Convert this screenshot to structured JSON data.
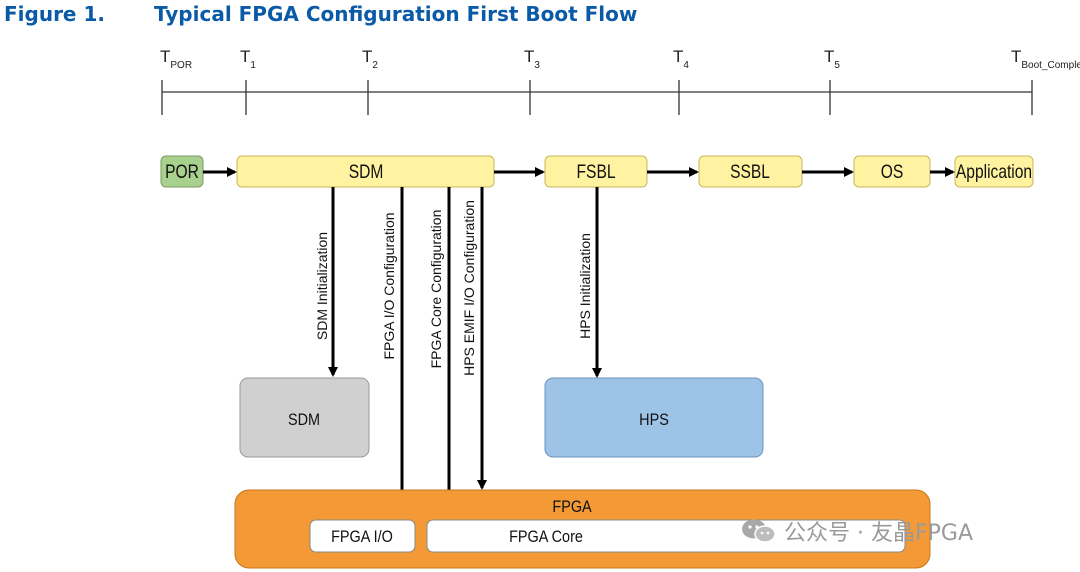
{
  "figure": {
    "number": "Figure 1.",
    "title": "Typical FPGA Configuration First Boot Flow"
  },
  "timeline": {
    "ticks": [
      {
        "main": "T",
        "sub": "POR"
      },
      {
        "main": "T",
        "sub": "1"
      },
      {
        "main": "T",
        "sub": "2"
      },
      {
        "main": "T",
        "sub": "3"
      },
      {
        "main": "T",
        "sub": "4"
      },
      {
        "main": "T",
        "sub": "5"
      },
      {
        "main": "T",
        "sub": "Boot_Complete"
      }
    ]
  },
  "stages": [
    {
      "label": "POR",
      "color": "#a9d18e"
    },
    {
      "label": "SDM",
      "color": "#fff2a0"
    },
    {
      "label": "FSBL",
      "color": "#fff2a0"
    },
    {
      "label": "SSBL",
      "color": "#fff2a0"
    },
    {
      "label": "OS",
      "color": "#fff2a0"
    },
    {
      "label": "Application",
      "color": "#fff2a0"
    }
  ],
  "flows": {
    "sdm_init": "SDM Initialization",
    "fpga_io_config": "FPGA I/O Configuration",
    "fpga_core_config": "FPGA Core  Configuration",
    "hps_emif_config": "HPS EMIF I/O Configuration",
    "hps_init": "HPS Initialization"
  },
  "blocks": {
    "sdm": {
      "label": "SDM",
      "color": "#d0d0d0"
    },
    "hps": {
      "label": "HPS",
      "color": "#9dc3e6"
    },
    "fpga": {
      "label": "FPGA",
      "color": "#f39a36"
    },
    "fpga_io": {
      "label": "FPGA I/O"
    },
    "fpga_core": {
      "label": "FPGA Core"
    }
  },
  "watermark": {
    "text": "公众号 · 友晶FPGA",
    "icon": "wechat-icon"
  }
}
